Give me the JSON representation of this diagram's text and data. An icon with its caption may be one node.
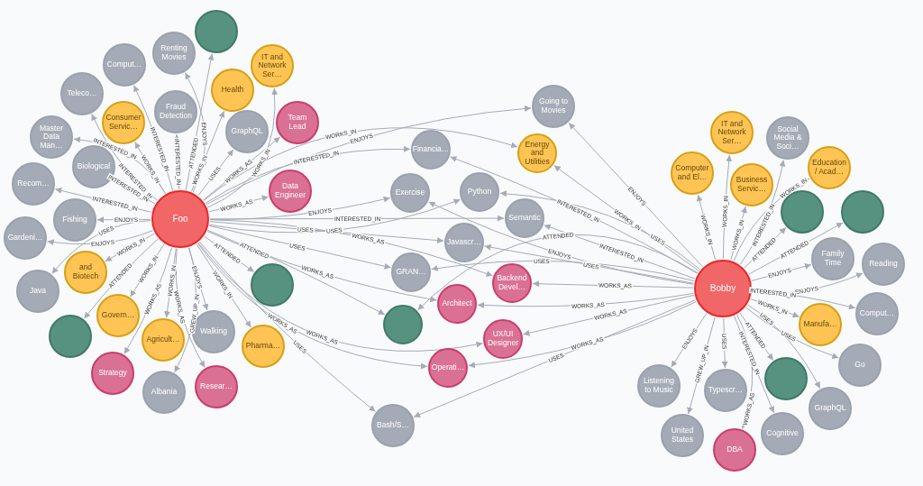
{
  "diagram": {
    "nodes": [
      {
        "text": [
          "Foo"
        ]
      },
      {
        "text": [
          "Comput…"
        ]
      },
      {
        "text": [
          "Renting Movies"
        ]
      },
      {
        "text": [],
        "shape": "circle"
      },
      {
        "text": [
          "Teleco…"
        ]
      },
      {
        "text": [
          "Consumer Servic…"
        ]
      },
      {
        "text": [
          "Fraud Detection"
        ]
      },
      {
        "text": [
          "Health"
        ]
      },
      {
        "text": [
          "IT and Network Ser…"
        ]
      },
      {
        "text": [
          "Master Data Man…"
        ]
      },
      {
        "text": [
          "Biological"
        ]
      },
      {
        "text": [
          "GraphQL"
        ]
      },
      {
        "text": [
          "Team Lead"
        ]
      },
      {
        "text": [
          "Recom…"
        ]
      },
      {
        "text": [
          "Data Engineer"
        ]
      },
      {
        "text": [
          "Fishing"
        ]
      },
      {
        "text": [
          "Gardeni…"
        ]
      },
      {
        "text": [
          "and Biotech"
        ]
      },
      {
        "text": [
          "Java"
        ]
      },
      {
        "text": [
          "Govern…"
        ]
      },
      {
        "text": [],
        "shape": "circle"
      },
      {
        "text": [
          "Agricult…"
        ]
      },
      {
        "text": [
          "Walking"
        ]
      },
      {
        "text": [],
        "shape": "circle"
      },
      {
        "text": [
          "Pharma…"
        ]
      },
      {
        "text": [
          "Strategy"
        ]
      },
      {
        "text": [
          "Albania"
        ]
      },
      {
        "text": [
          "Resear…"
        ]
      },
      {
        "text": [
          "Going to Movies"
        ]
      },
      {
        "text": [
          "Financia…"
        ]
      },
      {
        "text": [
          "Energy and Utilities"
        ]
      },
      {
        "text": [
          "Python"
        ]
      },
      {
        "text": [
          "Exercise"
        ]
      },
      {
        "text": [
          "Semantic"
        ]
      },
      {
        "text": [
          "Javascr…"
        ]
      },
      {
        "text": [
          "GRAN…"
        ]
      },
      {
        "text": [
          "Backend Devel…"
        ]
      },
      {
        "text": [
          "Architect"
        ]
      },
      {
        "text": [],
        "shape": "circle"
      },
      {
        "text": [
          "UX/UI Designer"
        ]
      },
      {
        "text": [
          "Operati…"
        ]
      },
      {
        "text": [
          "Bash/S…"
        ]
      },
      {
        "text": [
          "Bobby"
        ]
      },
      {
        "text": [
          "Computer and El…"
        ]
      },
      {
        "text": [
          "IT and Network Ser…"
        ]
      },
      {
        "text": [
          "Social Media & Soci…"
        ]
      },
      {
        "text": [
          "Business Servic…"
        ]
      },
      {
        "text": [
          "Education / Acad…"
        ]
      },
      {
        "text": [],
        "shape": "circle"
      },
      {
        "text": [],
        "shape": "circle"
      },
      {
        "text": [
          "Family Time"
        ]
      },
      {
        "text": [
          "Reading"
        ]
      },
      {
        "text": [
          "Comput…"
        ]
      },
      {
        "text": [
          "Manufa…"
        ]
      },
      {
        "text": [
          "Go"
        ]
      },
      {
        "text": [],
        "shape": "circle"
      },
      {
        "text": [
          "GraphQL"
        ]
      },
      {
        "text": [
          "Listening to Music"
        ]
      },
      {
        "text": [
          "Typescr…"
        ]
      },
      {
        "text": [
          "Cognitive"
        ]
      },
      {
        "text": [
          "United States"
        ]
      },
      {
        "text": [
          "DBA"
        ]
      }
    ],
    "edges": [
      {
        "from": 0,
        "to": 1,
        "arrow": "to",
        "label": "INTERESTED_IN"
      },
      {
        "from": 0,
        "to": 2,
        "arrow": "to",
        "label": "ENJOYS"
      },
      {
        "from": 0,
        "to": 3,
        "arrow": "to",
        "label": "ATTENDED"
      },
      {
        "from": 0,
        "to": 4,
        "arrow": "to",
        "label": "INTERESTED_IN"
      },
      {
        "from": 0,
        "to": 5,
        "arrow": "to",
        "label": "WORKS_IN"
      },
      {
        "from": 0,
        "to": 6,
        "arrow": "to",
        "label": "INTERESTED_IN"
      },
      {
        "from": 0,
        "to": 7,
        "arrow": "to",
        "label": "WORKS_IN"
      },
      {
        "from": 0,
        "to": 8,
        "arrow": "to",
        "label": "WORKS_IN"
      },
      {
        "from": 0,
        "to": 9,
        "arrow": "to",
        "label": "INTERESTED_IN"
      },
      {
        "from": 0,
        "to": 10,
        "arrow": "to",
        "label": "INTERESTED_IN"
      },
      {
        "from": 0,
        "to": 11,
        "arrow": "to",
        "label": "USES"
      },
      {
        "from": 0,
        "to": 12,
        "arrow": "to",
        "label": "WORKS_AS"
      },
      {
        "from": 0,
        "to": 13,
        "arrow": "to",
        "label": "INTERESTED_IN"
      },
      {
        "from": 0,
        "to": 14,
        "arrow": "to",
        "label": "WORKS_AS"
      },
      {
        "from": 0,
        "to": 15,
        "arrow": "to",
        "label": "ENJOYS"
      },
      {
        "from": 0,
        "to": 16,
        "arrow": "to",
        "label": "ENJOYS"
      },
      {
        "from": 0,
        "to": 17,
        "arrow": "to",
        "label": "WORKS_IN"
      },
      {
        "from": 0,
        "to": 18,
        "arrow": "to",
        "label": "USES"
      },
      {
        "from": 0,
        "to": 19,
        "arrow": "to",
        "label": "WORKS_IN"
      },
      {
        "from": 0,
        "to": 20,
        "arrow": "to",
        "label": "ATTENDED"
      },
      {
        "from": 0,
        "to": 21,
        "arrow": "to",
        "label": "WORKS_IN"
      },
      {
        "from": 0,
        "to": 22,
        "arrow": "to",
        "label": "ENJOYS"
      },
      {
        "from": 0,
        "to": 23,
        "arrow": "to",
        "label": "ATTENDED"
      },
      {
        "from": 0,
        "to": 24,
        "arrow": "to",
        "label": "WORKS_IN"
      },
      {
        "from": 0,
        "to": 25,
        "arrow": "to",
        "label": "WORKS_AS"
      },
      {
        "from": 0,
        "to": 26,
        "arrow": "to",
        "label": "GREW_UP_IN"
      },
      {
        "from": 0,
        "to": 27,
        "arrow": "to",
        "label": "WORKS_AS"
      },
      {
        "from": 0,
        "to": 28,
        "arrow": "to",
        "label": "ENJOYS"
      },
      {
        "from": 0,
        "to": 29,
        "arrow": "to",
        "label": "INTERESTED_IN"
      },
      {
        "from": 0,
        "to": 30,
        "arrow": "to",
        "label": "WORKS_IN"
      },
      {
        "from": 0,
        "to": 31,
        "arrow": "to",
        "label": "USES"
      },
      {
        "from": 0,
        "to": 32,
        "arrow": "to",
        "label": "ENJOYS"
      },
      {
        "from": 0,
        "to": 33,
        "arrow": "to",
        "label": "INTERESTED_IN"
      },
      {
        "from": 0,
        "to": 34,
        "arrow": "to",
        "label": "USES"
      },
      {
        "from": 0,
        "to": 35,
        "arrow": "to",
        "label": "USES"
      },
      {
        "from": 0,
        "to": 36,
        "arrow": "to",
        "label": "WORKS_AS"
      },
      {
        "from": 0,
        "to": 37,
        "arrow": "to",
        "label": "WORKS_AS"
      },
      {
        "from": 0,
        "to": 38,
        "arrow": "to",
        "label": "ATTENDED"
      },
      {
        "from": 0,
        "to": 39,
        "arrow": "to",
        "label": "WORKS_AS"
      },
      {
        "from": 0,
        "to": 40,
        "arrow": "to",
        "label": "WORKS_AS"
      },
      {
        "from": 0,
        "to": 41,
        "arrow": "to",
        "label": "USES"
      },
      {
        "from": 42,
        "to": 28,
        "arrow": "to",
        "label": "ENJOYS"
      },
      {
        "from": 42,
        "to": 29,
        "arrow": "to",
        "label": "INTERESTED_IN"
      },
      {
        "from": 42,
        "to": 30,
        "arrow": "to",
        "label": "WORKS_IN"
      },
      {
        "from": 42,
        "to": 31,
        "arrow": "to",
        "label": "USES"
      },
      {
        "from": 42,
        "to": 32,
        "arrow": "to",
        "label": "ENJOYS"
      },
      {
        "from": 42,
        "to": 33,
        "arrow": "to",
        "label": "INTERESTED_IN"
      },
      {
        "from": 42,
        "to": 34,
        "arrow": "to",
        "label": "USES"
      },
      {
        "from": 42,
        "to": 35,
        "arrow": "to",
        "label": "USES"
      },
      {
        "from": 42,
        "to": 36,
        "arrow": "to",
        "label": "WORKS_AS"
      },
      {
        "from": 42,
        "to": 37,
        "arrow": "to",
        "label": "WORKS_AS"
      },
      {
        "from": 42,
        "to": 38,
        "arrow": "to",
        "label": "ATTENDED"
      },
      {
        "from": 42,
        "to": 39,
        "arrow": "to",
        "label": "WORKS_AS"
      },
      {
        "from": 42,
        "to": 40,
        "arrow": "to",
        "label": "WORKS_AS"
      },
      {
        "from": 42,
        "to": 41,
        "arrow": "to",
        "label": "USES"
      },
      {
        "from": 42,
        "to": 43,
        "arrow": "to",
        "label": "WORKS_IN"
      },
      {
        "from": 42,
        "to": 44,
        "arrow": "to",
        "label": "WORKS_IN"
      },
      {
        "from": 42,
        "to": 45,
        "arrow": "to",
        "label": "INTERESTED_IN"
      },
      {
        "from": 42,
        "to": 46,
        "arrow": "to",
        "label": "WORKS_IN"
      },
      {
        "from": 42,
        "to": 47,
        "arrow": "to",
        "label": "WORKS_IN"
      },
      {
        "from": 42,
        "to": 48,
        "arrow": "to",
        "label": "ATTENDED"
      },
      {
        "from": 42,
        "to": 49,
        "arrow": "to",
        "label": "ATTENDED"
      },
      {
        "from": 42,
        "to": 50,
        "arrow": "to",
        "label": "ENJOYS"
      },
      {
        "from": 42,
        "to": 51,
        "arrow": "to",
        "label": "ENJOYS"
      },
      {
        "from": 42,
        "to": 52,
        "arrow": "to",
        "label": "INTERESTED_IN"
      },
      {
        "from": 42,
        "to": 53,
        "arrow": "to",
        "label": "WORKS_IN"
      },
      {
        "from": 42,
        "to": 54,
        "arrow": "to",
        "label": "USES"
      },
      {
        "from": 42,
        "to": 55,
        "arrow": "to",
        "label": "ATTENDED"
      },
      {
        "from": 42,
        "to": 56,
        "arrow": "to",
        "label": "USES"
      },
      {
        "from": 42,
        "to": 57,
        "arrow": "to",
        "label": "ENJOYS"
      },
      {
        "from": 42,
        "to": 58,
        "arrow": "to",
        "label": "USES"
      },
      {
        "from": 42,
        "to": 59,
        "arrow": "to",
        "label": "INTERESTED_IN"
      },
      {
        "from": 42,
        "to": 60,
        "arrow": "to",
        "label": "GREW_UP_IN"
      },
      {
        "from": 42,
        "to": 61,
        "arrow": "to",
        "label": "WORKS_AS"
      }
    ]
  }
}
